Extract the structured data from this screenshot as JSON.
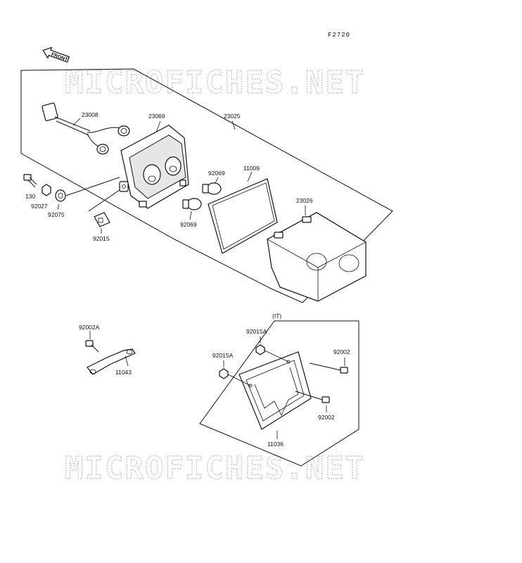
{
  "figure_code": "F2720",
  "front_arrow_label": "FRONT",
  "watermark": "MICROFICHES.NET",
  "region_note": "(IT)",
  "parts": {
    "p23008": "23008",
    "p23069": "23069",
    "p23025": "23025",
    "p92069a": "92069",
    "p11009": "11009",
    "p23026": "23026",
    "p130": "130",
    "p92027": "92027",
    "p92075": "92075",
    "p92015": "92015",
    "p92069b": "92069",
    "p92002a": "92002A",
    "p11043": "11043",
    "p92015a_1": "92015A",
    "p92015a_2": "92015A",
    "p92002_1": "92002",
    "p92002_2": "92002",
    "p11036": "11036"
  }
}
